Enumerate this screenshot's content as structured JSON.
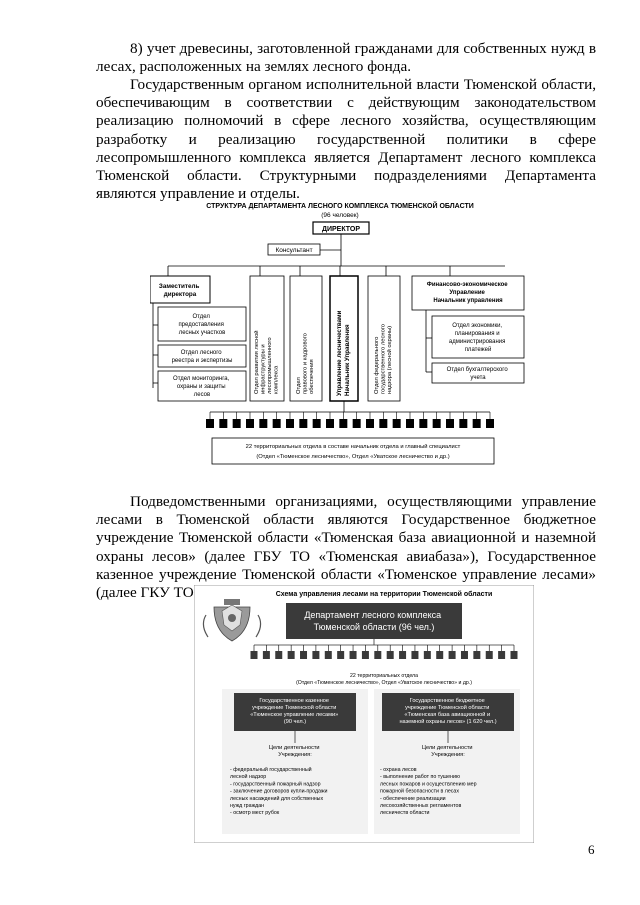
{
  "paragraphs": {
    "p1": "8) учет древесины, заготовленной гражданами для собственных нужд в лесах, расположенных на землях лесного фонда.",
    "p2": "Государственным органом исполнительной власти Тюменской области, обеспечивающим в соответствии с действующим законодательством реализацию полномочий в сфере лесного хозяйства, осуществляющим разработку и реализацию государственной политики в сфере лесопромышленного комплекса является Департамент лесного комплекса Тюменской области. Структурными подразделениями Департамента являются управление и отделы.",
    "p3": "Подведомственными организациями, осуществляющими управление лесами в Тюменской области являются Государственное бюджетное учреждение Тюменской области «Тюменская база авиационной и наземной охраны лесов» (далее ГБУ ТО «Тюменская авиабаза»), Государственное казенное учреждение Тюменской области «Тюменское управление лесами» (далее ГКУ ТО «Тюменьлес»)."
  },
  "org_chart": {
    "title": "СТРУКТУРА ДЕПАРТАМЕНТА ЛЕСНОГО КОМПЛЕКСА ТЮМЕНСКОЙ ОБЛАСТИ",
    "subtitle": "(96 человек)",
    "director": "ДИРЕКТОР",
    "consultant": "Консультант",
    "deputy_line1": "Заместитель",
    "deputy_line2": "директора",
    "left_depts": [
      [
        "Отдел",
        "предоставления",
        "лесных участков"
      ],
      [
        "Отдел лесного",
        "реестра и экспертизы"
      ],
      [
        "Отдел мониторинга,",
        "охраны и защиты",
        "лесов"
      ]
    ],
    "vertical_depts": [
      [
        "Отдел развития лесной",
        "инфраструктуры и",
        "лесопромышленного",
        "комплекса"
      ],
      [
        "Отдел",
        "правового и кадрового",
        "обеспечения"
      ],
      [
        "Управление лесничествами",
        "Начальник Управления"
      ],
      [
        "Отдел федерального",
        "государственного лесного",
        "надзора (лесной охраны)"
      ]
    ],
    "finance_lines": [
      "Финансово-экономическое",
      "Управление",
      "Начальник управления"
    ],
    "right_depts": [
      [
        "Отдел экономики,",
        "планирования и",
        "администрирования",
        "платежей"
      ],
      [
        "Отдел бухгалтерского",
        "учета"
      ]
    ],
    "territorial_count": 22,
    "territorial_line1": "22 территориальных отдела в составе начальник отдела и главный специалист",
    "territorial_line2": "(Отдел «Тюменское лесничество», Отдел «Уватское лесничество и др.)"
  },
  "scheme": {
    "title": "Схема управления лесами на территории Тюменской области",
    "dept_line1": "Департамент лесного комплекса",
    "dept_line2": "Тюменской области (96 чел.)",
    "terr_line1": "22 территориальных отдела",
    "terr_line2": "(Отдел «Тюменское лесничество», Отдел «Уватское лесничество» и др.)",
    "left_box": [
      "Государственное казенное",
      "учреждение Тюменской области",
      "«Тюменское управление лесами»",
      "(90 чел.)"
    ],
    "right_box": [
      "Государственное бюджетное",
      "учреждение Тюменской области",
      "«Тюменская база авиационной и",
      "наземной охраны лесов» (1 620 чел.)"
    ],
    "goals_left": [
      "Цели деятельности",
      "Учреждения:"
    ],
    "goals_right": [
      "Цели деятельности",
      "Учреждения:"
    ],
    "left_list": [
      "- федеральный государственный",
      "лесной надзор",
      "- государственный пожарный надзор",
      "- заключение договоров купли-продажи",
      "лесных насаждений для собственных",
      "нужд граждан",
      "- осмотр мест рубок"
    ],
    "right_list": [
      "- охрана лесов",
      "- выполнение работ по тушению",
      "лесных пожаров и осуществлению мер",
      "пожарной безопасности в лесах",
      "- обеспечение реализации",
      "лесохозяйственных регламентов",
      "лесничеств области"
    ]
  },
  "page_number": "6",
  "colors": {
    "scheme_dark": "#3a3a3a",
    "scheme_panel": "#f2f2f2",
    "border": "#000000"
  },
  "icons": {
    "emblem": "tyumen-coat-of-arms-icon"
  }
}
